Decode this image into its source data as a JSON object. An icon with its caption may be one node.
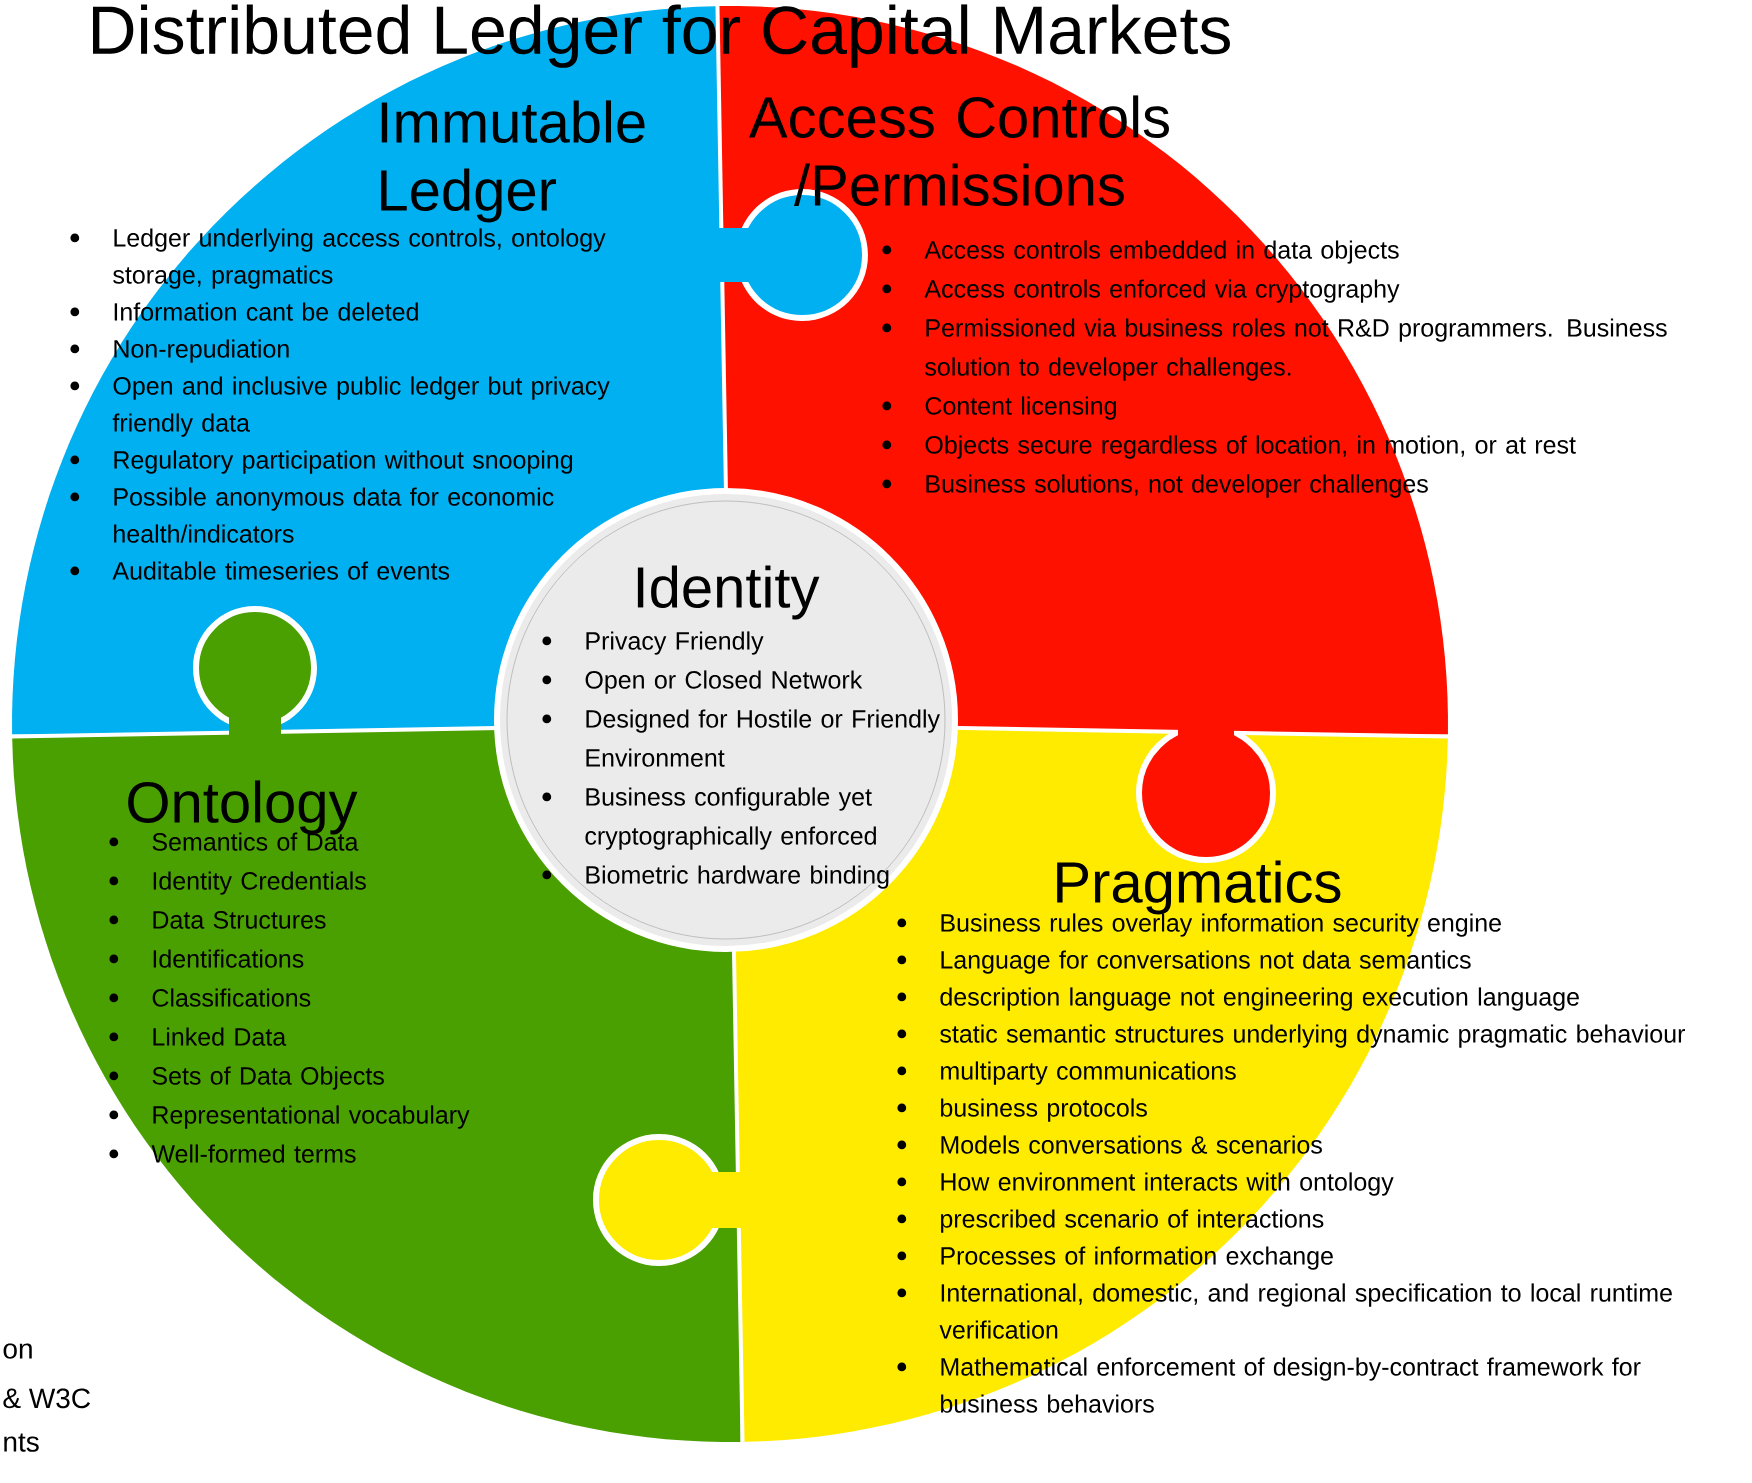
{
  "diagram": {
    "title": "Distributed Ledger for Capital Markets",
    "nodes": [
      {
        "text": [
          "Immutable Ledger",
          "Ledger underlying access controls, ontology storage, pragmatics",
          "Information cant be deleted",
          "Non-repudiation",
          "Open and inclusive public ledger but privacy friendly data",
          "Regulatory participation without snooping",
          "Possible anonymous data for economic health/indicators",
          "Auditable timeseries of events"
        ]
      },
      {
        "text": [
          "Access Controls /Permissions",
          "Access controls embedded in data objects",
          "Access controls enforced via cryptography",
          "Permissioned via business roles not R&D programmers. Business solution to developer challenges.",
          "Content licensing",
          "Objects secure regardless of location, in motion, or at rest",
          "Business solutions, not developer challenges"
        ]
      },
      {
        "text": [
          "Identity",
          "Privacy Friendly",
          "Open or Closed Network",
          "Designed for Hostile or Friendly Environment",
          "Business configurable yet cryptographically enforced",
          "Biometric hardware binding"
        ]
      },
      {
        "text": [
          "Ontology",
          "Semantics of Data",
          "Identity Credentials",
          "Data Structures",
          "Identifications",
          "Classifications",
          "Linked Data",
          "Sets of Data Objects",
          "Representational vocabulary",
          "Well-formed terms"
        ]
      },
      {
        "text": [
          "Pragmatics",
          "Business rules overlay information security engine",
          "Language for conversations not data semantics",
          "description language not engineering execution language",
          "static semantic structures underlying dynamic pragmatic behaviour",
          "multiparty communications",
          "business protocols",
          "Models conversations & scenarios",
          "How environment interacts with ontology",
          "prescribed scenario of interactions",
          "Processes of information exchange",
          "International, domestic, and regional specification to local runtime verification",
          "Mathematical enforcement of design-by-contract framework for business behaviors"
        ]
      }
    ],
    "labels": [
      "on",
      "& W3C",
      "nts"
    ]
  }
}
